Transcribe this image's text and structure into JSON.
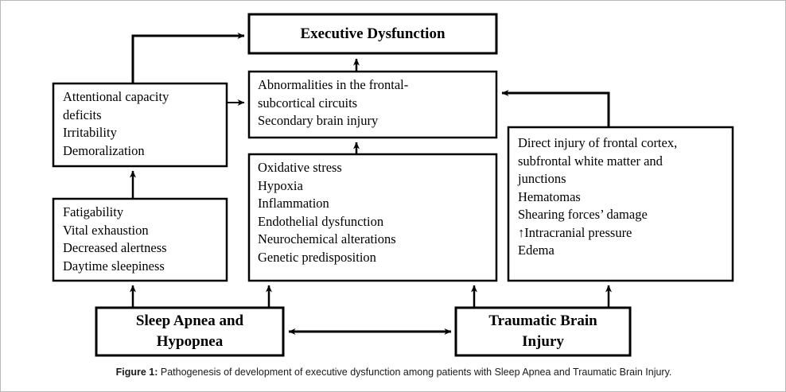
{
  "figure": {
    "caption_label": "Figure 1:",
    "caption_text": " Pathogenesis of development of executive dysfunction among patients with Sleep Apnea and Traumatic Brain Injury.",
    "background_color": "#ffffff",
    "line_color": "#000000",
    "border_color": "#b8b8b8"
  },
  "boxes": {
    "executive_dysfunction": {
      "label": "Executive Dysfunction",
      "style": "bold-center"
    },
    "attentional_deficits": {
      "label": "Attentional capacity\ndeficits\nIrritability\nDemoralization",
      "style": "list"
    },
    "abnormalities": {
      "label": "Abnormalities in the frontal-\nsubcortical circuits\nSecondary brain injury",
      "style": "list"
    },
    "fatigability": {
      "label": "Fatigability\nVital exhaustion\nDecreased alertness\nDaytime sleepiness",
      "style": "list"
    },
    "mechanisms": {
      "label": "Oxidative stress\nHypoxia\nInflammation\nEndothelial dysfunction\nNeurochemical alterations\nGenetic predisposition",
      "style": "list"
    },
    "direct_injury": {
      "label": "Direct injury of frontal cortex,\nsubfrontal white matter and\njunctions\nHematomas\nShearing forces’ damage\n↑Intracranial pressure\nEdema",
      "style": "list"
    },
    "sleep_apnea": {
      "label": "Sleep Apnea and\nHypopnea",
      "style": "bold-center"
    },
    "traumatic_brain_injury": {
      "label": "Traumatic Brain\nInjury",
      "style": "bold-center"
    }
  },
  "arrows": [
    {
      "name": "attentional-to-executive",
      "kind": "elbow-up-right"
    },
    {
      "name": "attentional-to-abnormalities",
      "kind": "right"
    },
    {
      "name": "abnormalities-to-executive",
      "kind": "up"
    },
    {
      "name": "mechanisms-to-abnormalities",
      "kind": "up"
    },
    {
      "name": "direct-injury-to-abnormalities",
      "kind": "elbow-up-left"
    },
    {
      "name": "fatigability-to-attentional",
      "kind": "up"
    },
    {
      "name": "sleep-apnea-to-fatigability",
      "kind": "up"
    },
    {
      "name": "sleep-apnea-to-mechanisms",
      "kind": "up"
    },
    {
      "name": "tbi-to-mechanisms",
      "kind": "up"
    },
    {
      "name": "tbi-to-direct-injury",
      "kind": "up"
    },
    {
      "name": "sleep-apnea-tbi-bidirectional",
      "kind": "double-horizontal"
    }
  ]
}
